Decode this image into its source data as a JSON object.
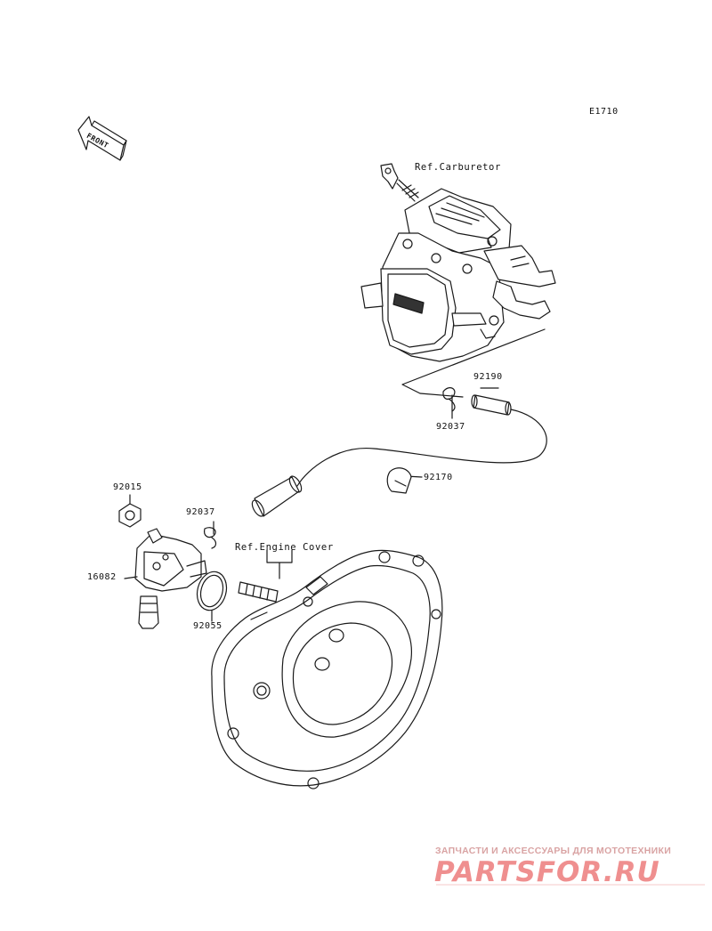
{
  "diagram_code": "E1710",
  "front_arrow_text": "FRONT",
  "refs": {
    "carburetor": "Ref.Carburetor",
    "engine_cover": "Ref.Engine Cover"
  },
  "part_labels": {
    "p92190": "92190",
    "p92037_top": "92037",
    "p92170": "92170",
    "p92015": "92015",
    "p92037_mid": "92037",
    "p16082": "16082",
    "p92055": "92055"
  },
  "watermark": {
    "tagline": "ЗАПЧАСТИ И АКСЕССУАРЫ ДЛЯ МОТОТЕХНИКИ",
    "logo_text": "PARTSFOR.RU"
  }
}
